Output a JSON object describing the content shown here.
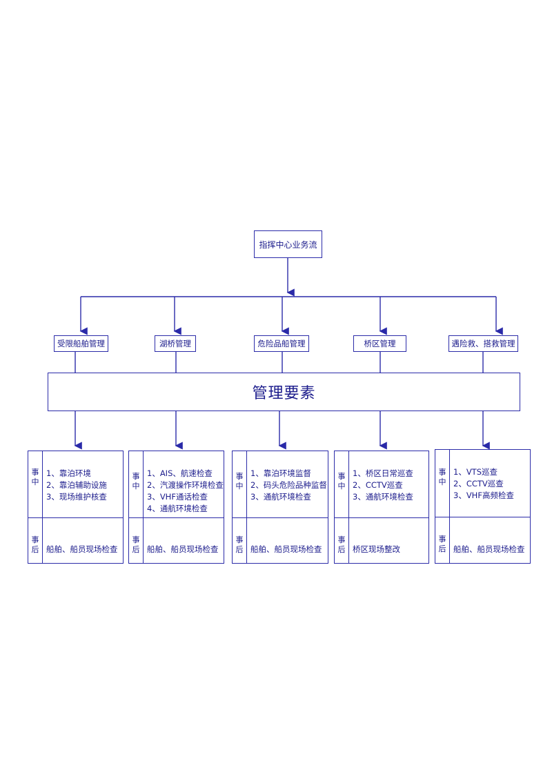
{
  "root": "指挥中心业务流",
  "band": "管理要素",
  "categories": [
    {
      "label": "受限船舶管理"
    },
    {
      "label": "湖桥管理"
    },
    {
      "label": "危险品船管理"
    },
    {
      "label": "桥区管理"
    },
    {
      "label": "遇险救、搭救管理"
    }
  ],
  "details": [
    {
      "during_label": [
        "事",
        "中"
      ],
      "items": [
        "1、靠泊环境",
        "2、靠泊辅助设施",
        "3、现场维护核查"
      ],
      "after_label": [
        "事",
        "后"
      ],
      "after": "船舶、船员现场检查"
    },
    {
      "during_label": [
        "事",
        "中"
      ],
      "items": [
        "1、AIS、航速检查",
        "2、汽渡操作环境检查",
        "3、VHF通话检查",
        "4、通航环境检查"
      ],
      "after_label": [
        "事",
        "后"
      ],
      "after": "船舶、船员现场检查"
    },
    {
      "during_label": [
        "事",
        "中"
      ],
      "items": [
        "1、靠泊环境监督",
        "2、码头危险品种监督",
        "3、通航环境检查"
      ],
      "after_label": [
        "事",
        "后"
      ],
      "after": "船舶、船员现场检查"
    },
    {
      "during_label": [
        "事",
        "中"
      ],
      "items": [
        "1、桥区日常巡查",
        "2、CCTV巡查",
        "3、通航环境检查"
      ],
      "after_label": [
        "事",
        "后"
      ],
      "after": "桥区现场整改"
    },
    {
      "during_label": [
        "事",
        "中"
      ],
      "items": [
        "1、VTS巡查",
        "2、CCTV巡查",
        "3、VHF高频检查"
      ],
      "after_label": [
        "事",
        "后"
      ],
      "after": "船舶、船员现场检查"
    }
  ],
  "colors": {
    "line": "#2a2aa8",
    "text": "#1c1c8c"
  }
}
